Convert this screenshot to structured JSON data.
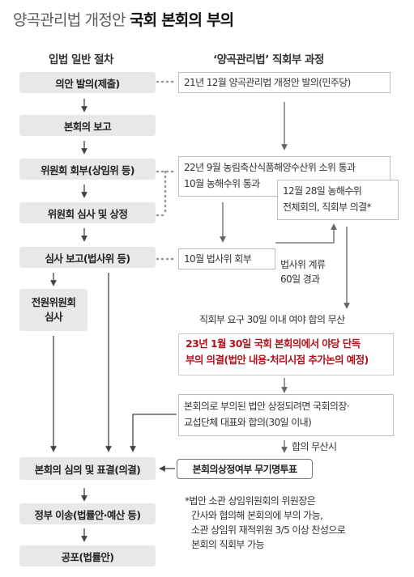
{
  "title": {
    "light": "양곡관리법 개정안",
    "bold": "국회 본회의 부의"
  },
  "left_header": "입법 일반 절차",
  "right_header": "‘양곡관리법’ 직회부 과정",
  "left_steps": [
    "의안 발의(제출)",
    "본회의 보고",
    "위원회 회부(상임위 등)",
    "위원회 심사 및 상정",
    "심사 보고(법사위 등)",
    "전원위원회\n심사",
    "본회의 심의 및 표결(의결)",
    "정부 이송(법률안·예산 등)",
    "공포(법률안)"
  ],
  "right": {
    "proposal": "21년 12월 양곡관리법 개정안 발의(민주당)",
    "committee_line1": "22년 9월 농림축산식품해양수산위 소위 통과",
    "committee_line2": "10월 농해수위 통과",
    "plenary_committee_line1": "12월 28일 농해수위",
    "plenary_committee_line2": "전체회의, 직회부 의결*",
    "legislation_committee": "10월 법사위 회부",
    "pending_line1": "법사위 계류",
    "pending_line2": "60일 경과",
    "request_note": "직회부 요구 30일 이내 여야 합의 무산",
    "red_line1": "23년 1월 30일 국회 본회의에서 야당 단독",
    "red_line2": "부의 의결(법안 내용·처리시점 추가논의 예정)",
    "consult_line1": "본회의로 부의된 법안 상정되려면 국회의장·",
    "consult_line2": "교섭단체 대표와 합의(30일 이내)",
    "fail_note": "합의 무산시",
    "vote_pill": "본회의상정여부 무기명투표"
  },
  "footnote": [
    "*법안 소관 상임위원회의 위원장은",
    "간사와 협의해 본회의에 부의 가능,",
    "소관 상임위 재적위원 3/5 이상 찬성으로",
    "본회의 직회부 가능"
  ],
  "colors": {
    "box_fill": "#e8e8e8",
    "highlight_red": "#b3121c",
    "line": "#444444",
    "dotted": "#999999"
  }
}
